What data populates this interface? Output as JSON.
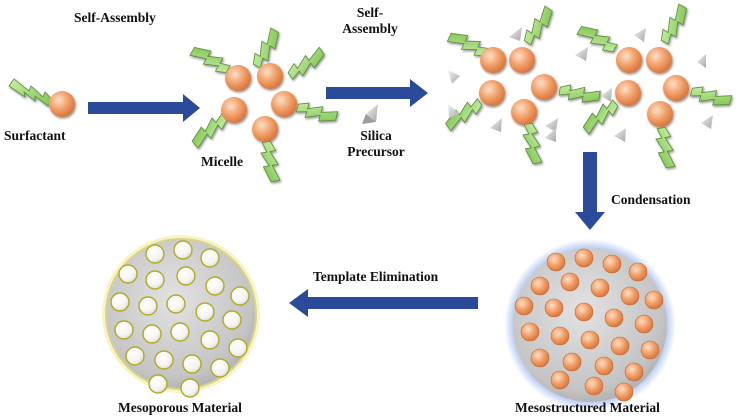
{
  "labels": {
    "self_assembly_1": "Self-Assembly",
    "self_assembly_2_line1": "Self-",
    "self_assembly_2_line2": "Assembly",
    "surfactant": "Surfactant",
    "micelle": "Micelle",
    "silica_line1": "Silica",
    "silica_line2": "Precursor",
    "condensation": "Condensation",
    "template_elimination": "Template Elimination",
    "mesoporous": "Mesoporous Material",
    "mesostructured": "Mesostructured Material"
  },
  "colors": {
    "arrow": "#2b4a9a",
    "head_sphere": "#f2a06a",
    "tail": "#9fdc72",
    "tail_outline": "#5c8a3a",
    "silica_precursor": "#c9c9c9",
    "matrix": "#c7c7c7",
    "pore": "#ffffff",
    "pore_rim": "#b4aa22",
    "meso_halo": "#9db7ee"
  },
  "icons": {
    "surfactant": "surfactant-molecule-icon",
    "micelle": "micelle-icon",
    "silica_precursor": "silica-tetrahedron-icon"
  }
}
